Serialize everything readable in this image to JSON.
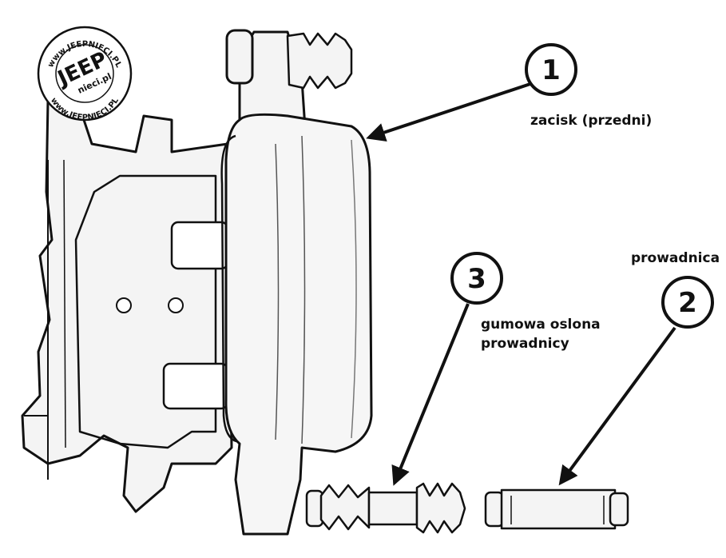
{
  "callouts": [
    {
      "number": "1",
      "label": "zacisk (przedni)"
    },
    {
      "number": "2",
      "label": "prowadnica"
    },
    {
      "number": "3",
      "label_line1": "gumowa oslona",
      "label_line2": "prowadnicy"
    }
  ],
  "watermark": {
    "center": "JEEP",
    "sub": "nieci.pl",
    "ring_top": "www.JEEPNIECI.PL",
    "ring_bottom": "www.JEEPNIECI.PL"
  },
  "colors": {
    "ink": "#111111",
    "background": "#ffffff",
    "shade": "#f2f2f2"
  }
}
